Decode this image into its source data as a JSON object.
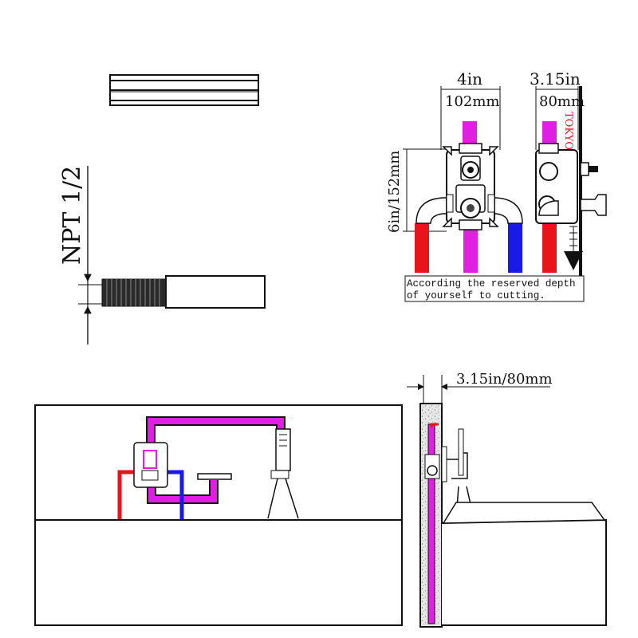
{
  "valve_diagram": {
    "width_in": "4in",
    "width_mm": "102mm",
    "height_label": "6in/152mm",
    "depth_in": "3.15in",
    "depth_mm": "80mm",
    "side_stamp": "TOKYO",
    "note_line1": "According the reserved depth",
    "note_line2": "of yourself to cutting."
  },
  "thread_spec": {
    "label": "NPT 1/2"
  },
  "installation": {
    "wall_depth_label": "3.15in/80mm"
  },
  "colors": {
    "hot": "#e8141c",
    "cold": "#1a1ae6",
    "mixed": "#e020e0",
    "line": "#111111",
    "concrete": "#d9d9d9"
  }
}
